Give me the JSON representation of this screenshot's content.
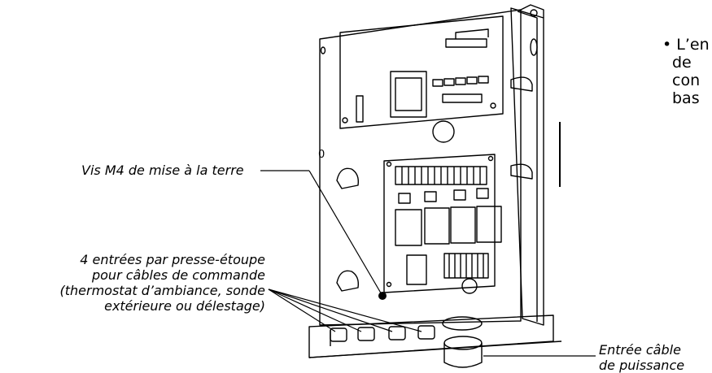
{
  "labels": {
    "earth_screw": "Vis M4 de mise à la terre",
    "glands": [
      "4 entrées par presse-étoupe",
      "pour câbles de commande",
      "(thermostat d’ambiance, sonde",
      "extérieure ou délestage)"
    ],
    "power_cable": [
      "Entrée câble",
      "de puissance"
    ]
  },
  "side_note": {
    "bullet": "•",
    "lines": [
      "L’en",
      "de",
      "con",
      "bas"
    ]
  },
  "panel_marks": {
    "zero": "0"
  }
}
